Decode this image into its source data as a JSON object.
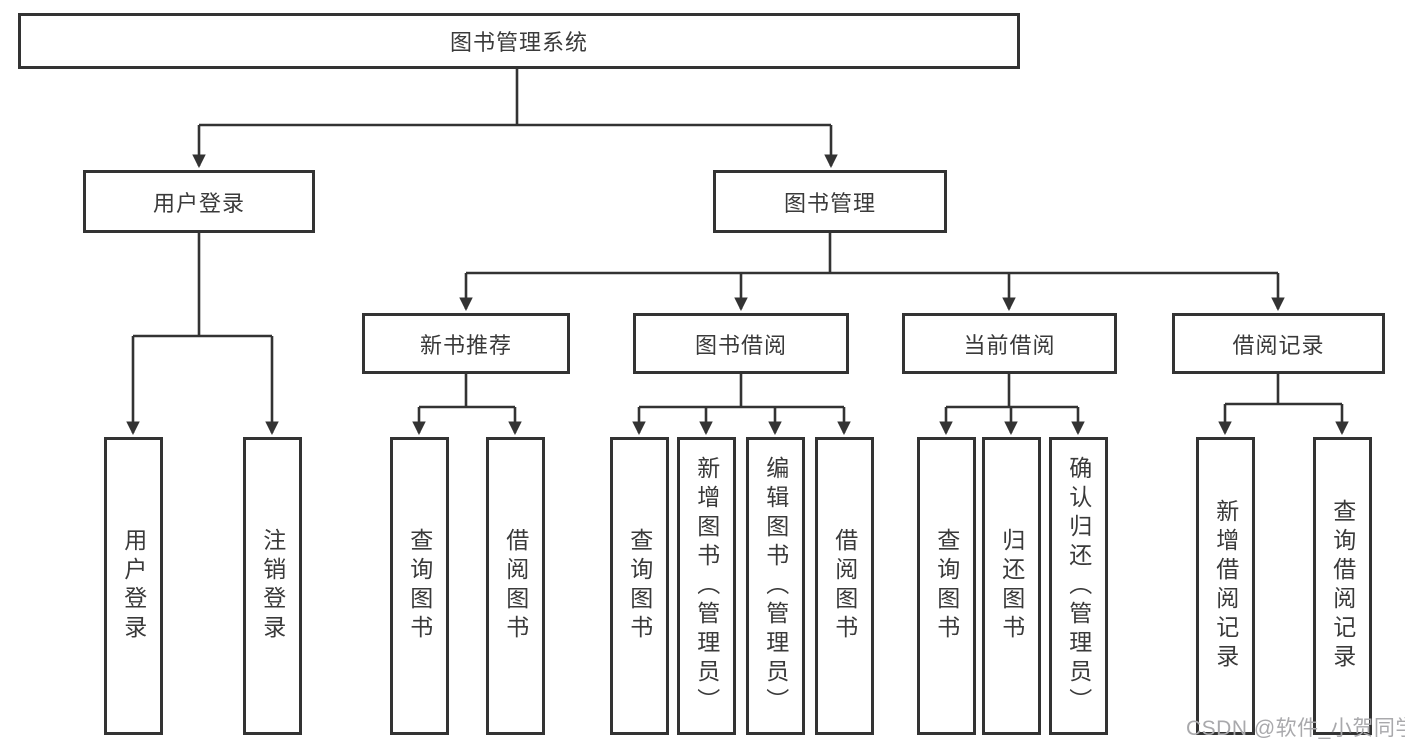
{
  "diagram": {
    "title": "图书管理系统",
    "type": "hierarchy-tree",
    "colors": {
      "line": "#333333",
      "box_border": "#333333",
      "text": "#3a3a3a",
      "background": "#ffffff",
      "watermark": "#a9a9ac"
    },
    "root": {
      "label": "图书管理系统"
    },
    "level2": [
      {
        "label": "用户登录",
        "children_of": "图书管理系统"
      },
      {
        "label": "图书管理",
        "children_of": "图书管理系统"
      }
    ],
    "level3": [
      {
        "label": "新书推荐",
        "children_of": "图书管理"
      },
      {
        "label": "图书借阅",
        "children_of": "图书管理"
      },
      {
        "label": "当前借阅",
        "children_of": "图书管理"
      },
      {
        "label": "借阅记录",
        "children_of": "图书管理"
      }
    ],
    "leaves": [
      {
        "label": "用户登录",
        "children_of": "用户登录"
      },
      {
        "label": "注销登录",
        "children_of": "用户登录"
      },
      {
        "label": "查询图书",
        "children_of": "新书推荐"
      },
      {
        "label": "借阅图书",
        "children_of": "新书推荐"
      },
      {
        "label": "查询图书",
        "children_of": "图书借阅"
      },
      {
        "label": "新增图书（管理员）",
        "children_of": "图书借阅"
      },
      {
        "label": "编辑图书（管理员）",
        "children_of": "图书借阅"
      },
      {
        "label": "借阅图书",
        "children_of": "图书借阅"
      },
      {
        "label": "查询图书",
        "children_of": "当前借阅"
      },
      {
        "label": "归还图书",
        "children_of": "当前借阅"
      },
      {
        "label": "确认归还（管理员）",
        "children_of": "当前借阅"
      },
      {
        "label": "新增借阅记录",
        "children_of": "借阅记录"
      },
      {
        "label": "查询借阅记录",
        "children_of": "借阅记录"
      }
    ],
    "watermark": {
      "text": "CSDN @软件_小贺同学"
    }
  }
}
